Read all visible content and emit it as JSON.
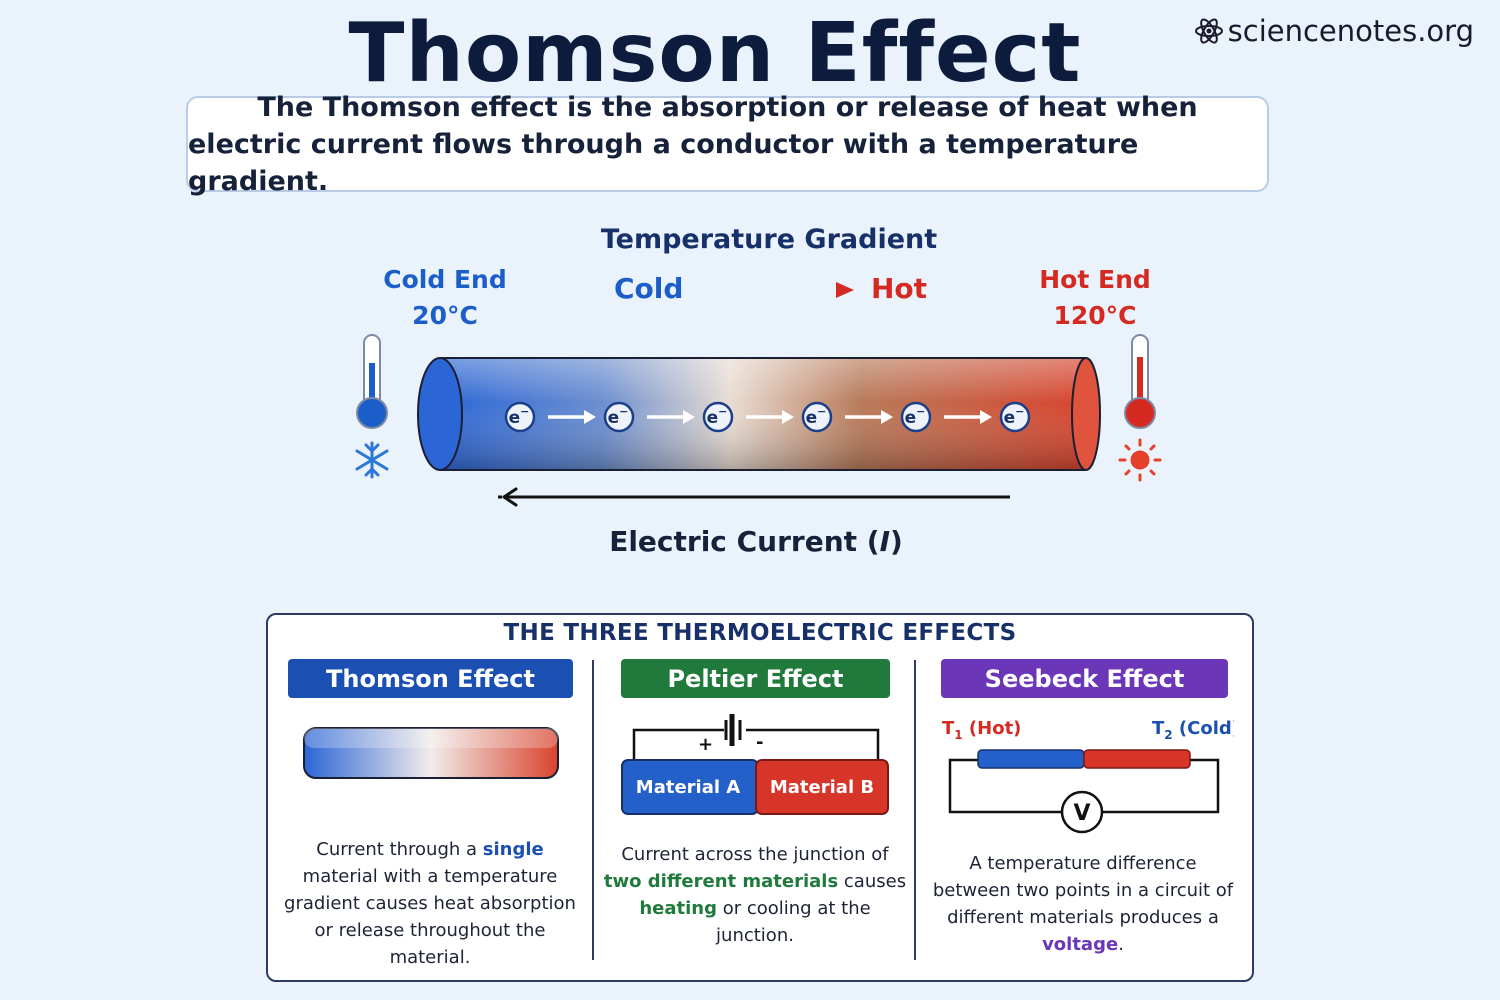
{
  "title": "Thomson Effect",
  "site": {
    "name": "sciencenotes.org",
    "icon": "atom-icon"
  },
  "definition": {
    "line1": "The Thomson effect is the absorption or release of heat when",
    "line2": "electric current flows through a conductor with a temperature gradient."
  },
  "gradient": {
    "title": "Temperature Gradient",
    "cold_label": "Cold",
    "hot_label": "Hot"
  },
  "cold_end": {
    "label": "Cold End",
    "temp": "20°C",
    "icons": [
      "thermometer-cold-icon",
      "snowflake-icon"
    ]
  },
  "hot_end": {
    "label": "Hot End",
    "temp": "120°C",
    "icons": [
      "thermometer-hot-icon",
      "sun-icon"
    ]
  },
  "electrons": {
    "symbol": "e",
    "superscript": "−",
    "count": 6
  },
  "current": {
    "label_prefix": "Electric Current (",
    "label_symbol": "I",
    "label_suffix": ")"
  },
  "panel": {
    "title": "THE THREE THERMOELECTRIC EFFECTS",
    "thomson": {
      "header": "Thomson Effect",
      "desc_1": "Current through a ",
      "desc_hl1": "single",
      "desc_2": " material with a temperature gradient causes heat absorption or release throughout the material."
    },
    "peltier": {
      "header": "Peltier Effect",
      "plus": "+",
      "minus": "-",
      "material_a": "Material A",
      "material_b": "Material B",
      "desc_1": "Current across the junction of ",
      "desc_hl1": "two different materials",
      "desc_2": " causes ",
      "desc_hl2": "heating",
      "desc_3": " or cooling at the junction."
    },
    "seebeck": {
      "header": "Seebeck Effect",
      "t1_main": "T",
      "t1_sub": "1",
      "t1_tail": " (Hot)",
      "t2_main": "T",
      "t2_sub": "2",
      "t2_tail": " (Cold)",
      "voltmeter": "V",
      "desc_1": "A temperature difference between two points in a circuit of different materials produces a ",
      "desc_hl1": "voltage",
      "desc_2": "."
    }
  },
  "colors": {
    "cold": "#1c5ec9",
    "hot": "#d42a22",
    "navy": "#0d1b3d",
    "thomson": "#1b50b2",
    "peltier": "#1f7a3b",
    "seebeck": "#6b37b8"
  }
}
